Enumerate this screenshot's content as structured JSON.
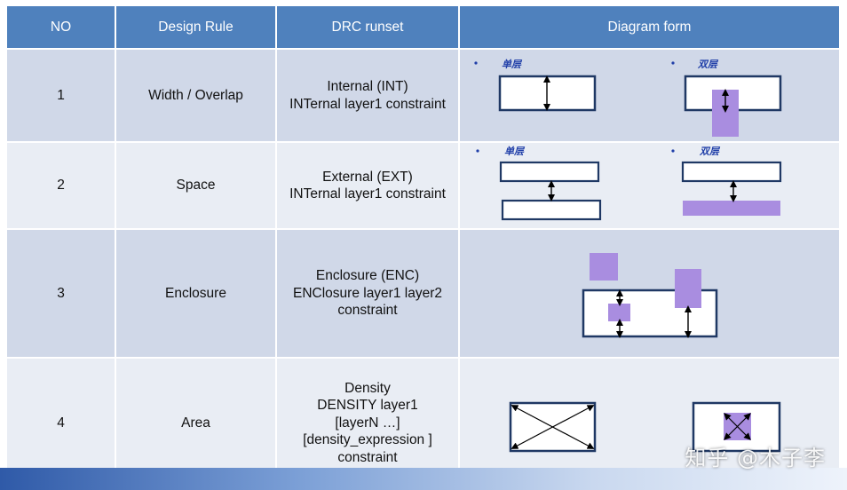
{
  "table": {
    "headers": [
      "NO",
      "Design Rule",
      "DRC runset",
      "Diagram form"
    ],
    "rows": [
      {
        "no": "1",
        "rule": "Width / Overlap",
        "runset": [
          "Internal (INT)",
          "INTernal layer1 constraint"
        ],
        "diagram": {
          "label_single": "单层",
          "label_double": "双层"
        }
      },
      {
        "no": "2",
        "rule": "Space",
        "runset": [
          "External (EXT)",
          "INTernal layer1 constraint"
        ],
        "diagram": {
          "label_single": "单层",
          "label_double": "双层"
        }
      },
      {
        "no": "3",
        "rule": "Enclosure",
        "runset": [
          "Enclosure (ENC)",
          "ENClosure layer1 layer2",
          "constraint"
        ]
      },
      {
        "no": "4",
        "rule": "Area",
        "runset": [
          "Density",
          "DENSITY layer1",
          "[layerN …]",
          "[density_expression ]",
          "constraint"
        ]
      }
    ]
  },
  "colors": {
    "header_bg": "#4f81bd",
    "row_dark": "#d0d8e8",
    "row_light": "#e9edf4",
    "shape_outline": "#1f3864",
    "layer2_fill": "#a98de0",
    "label_blue": "#1f3ea8"
  },
  "watermark": "知乎 @木子李"
}
